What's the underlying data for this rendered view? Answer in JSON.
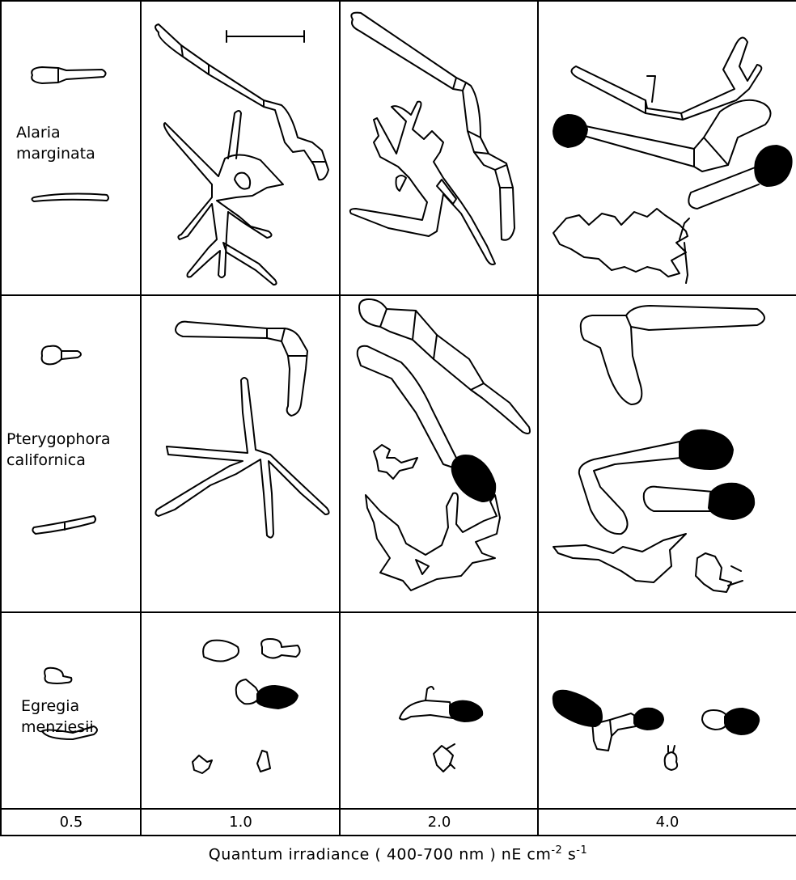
{
  "species": [
    {
      "genus": "Alaria",
      "epithet": "marginata"
    },
    {
      "genus": "Pterygophora",
      "epithet": "californica"
    },
    {
      "genus": "Egregia",
      "epithet": "menziesii"
    }
  ],
  "irradiance_levels": [
    "0.5",
    "1.0",
    "2.0",
    "4.0"
  ],
  "axis_caption": {
    "main": "Quantum irradiance ( 400-700 nm ) nE cm",
    "exp1": "-2",
    "unit2": " s",
    "exp2": "-1"
  }
}
